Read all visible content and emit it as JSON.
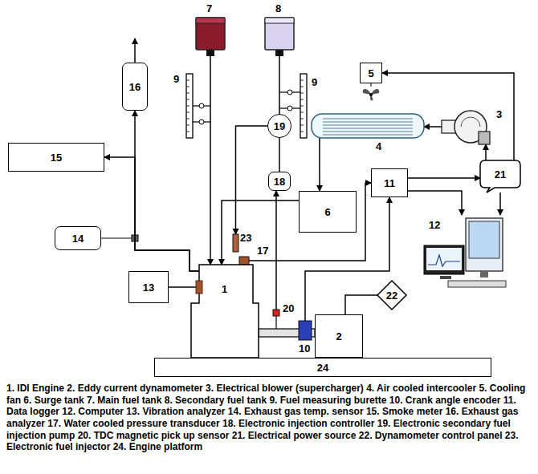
{
  "diagram": {
    "caption": "1. IDI Engine 2. Eddy current dynamometer 3. Electrical blower (supercharger) 4. Air cooled intercooler 5. Cooling fan 6. Surge tank 7. Main fuel tank 8. Secondary fuel tank 9. Fuel measuring burette 10. Crank angle encoder 11. Data logger 12. Computer 13. Vibration analyzer 14. Exhaust gas temp. sensor 15. Smoke meter 16. Exhaust gas analyzer 17. Water cooled pressure transducer 18. Electronic injection controller 19. Electronic secondary fuel injection pump 20. TDC magnetic pick up sensor 21. Electrical power source 22. Dynamometer control panel 23. Electronic fuel injector 24. Engine platform",
    "nodes": [
      {
        "text": [
          "7"
        ]
      },
      {
        "text": [
          "8"
        ]
      },
      {
        "text": [
          "16"
        ]
      },
      {
        "text": [
          "5"
        ]
      },
      {
        "text": [
          "9"
        ]
      },
      {
        "text": [
          "9"
        ]
      },
      {
        "text": [
          "19"
        ]
      },
      {
        "text": [
          "3"
        ]
      },
      {
        "text": [
          "4"
        ]
      },
      {
        "text": [
          "15"
        ]
      },
      {
        "text": [
          "18"
        ]
      },
      {
        "text": [
          "11"
        ]
      },
      {
        "text": [
          "21"
        ]
      },
      {
        "text": [
          "6"
        ]
      },
      {
        "text": [
          "14"
        ]
      },
      {
        "text": [
          "23"
        ]
      },
      {
        "text": [
          "12"
        ]
      },
      {
        "text": [
          "17"
        ]
      },
      {
        "text": [
          "13"
        ]
      },
      {
        "text": [
          "1"
        ]
      },
      {
        "text": [
          "22"
        ]
      },
      {
        "text": [
          "20"
        ]
      },
      {
        "text": [
          "10"
        ]
      },
      {
        "text": [
          "2"
        ]
      },
      {
        "text": [
          "24"
        ]
      }
    ],
    "edges": [
      {
        "from": 0,
        "to": 19,
        "arrow": "to"
      },
      {
        "from": 1,
        "to": 6,
        "arrow": "none"
      },
      {
        "from": 6,
        "to": 15,
        "arrow": "to"
      },
      {
        "from": 10,
        "to": 6,
        "arrow": "none"
      },
      {
        "from": 21,
        "to": 10,
        "arrow": "to"
      },
      {
        "from": 13,
        "to": 19,
        "arrow": "to"
      },
      {
        "from": 8,
        "to": 13,
        "arrow": "to"
      },
      {
        "from": 7,
        "to": 8,
        "arrow": "to"
      },
      {
        "from": 12,
        "to": 7,
        "arrow": "to"
      },
      {
        "from": 12,
        "to": 3,
        "arrow": "to"
      },
      {
        "from": 11,
        "to": 12,
        "arrow": "to"
      },
      {
        "from": 11,
        "to": 16,
        "arrow": "to"
      },
      {
        "from": 12,
        "to": 16,
        "arrow": "to"
      },
      {
        "from": 17,
        "to": 11,
        "arrow": "to"
      },
      {
        "from": 22,
        "to": 11,
        "arrow": "to"
      },
      {
        "from": 20,
        "to": 23,
        "arrow": "none"
      },
      {
        "from": 19,
        "to": 2,
        "arrow": "to"
      },
      {
        "from": 19,
        "to": 9,
        "arrow": "to"
      },
      {
        "from": 18,
        "to": 19,
        "arrow": "none"
      }
    ]
  }
}
